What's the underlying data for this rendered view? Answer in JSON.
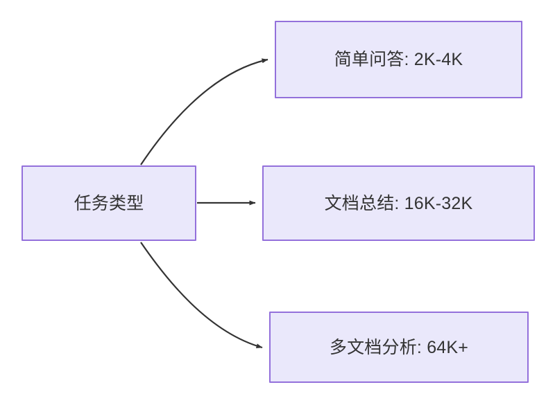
{
  "diagram": {
    "type": "flowchart",
    "direction": "left-to-right",
    "background_color": "#ffffff",
    "node_fill_color": "#eae8fb",
    "node_border_color": "#9370db",
    "node_text_color": "#333333",
    "edge_color": "#333333",
    "nodes": [
      {
        "id": "source",
        "label": "任务类型",
        "role": "root"
      },
      {
        "id": "simple-qa",
        "label": "简单问答: 2K-4K",
        "role": "leaf"
      },
      {
        "id": "doc-summary",
        "label": "文档总结: 16K-32K",
        "role": "leaf"
      },
      {
        "id": "multi-doc",
        "label": "多文档分析: 64K+",
        "role": "leaf"
      }
    ],
    "edges": [
      {
        "id": "edge-source-to-simple-qa",
        "from": "source",
        "to": "simple-qa",
        "style": "curved",
        "arrowhead": "filled-triangle",
        "label": ""
      },
      {
        "id": "edge-source-to-doc-summary",
        "from": "source",
        "to": "doc-summary",
        "style": "straight",
        "arrowhead": "filled-triangle",
        "label": ""
      },
      {
        "id": "edge-source-to-multi-doc",
        "from": "source",
        "to": "multi-doc",
        "style": "curved",
        "arrowhead": "filled-triangle",
        "label": ""
      }
    ]
  }
}
